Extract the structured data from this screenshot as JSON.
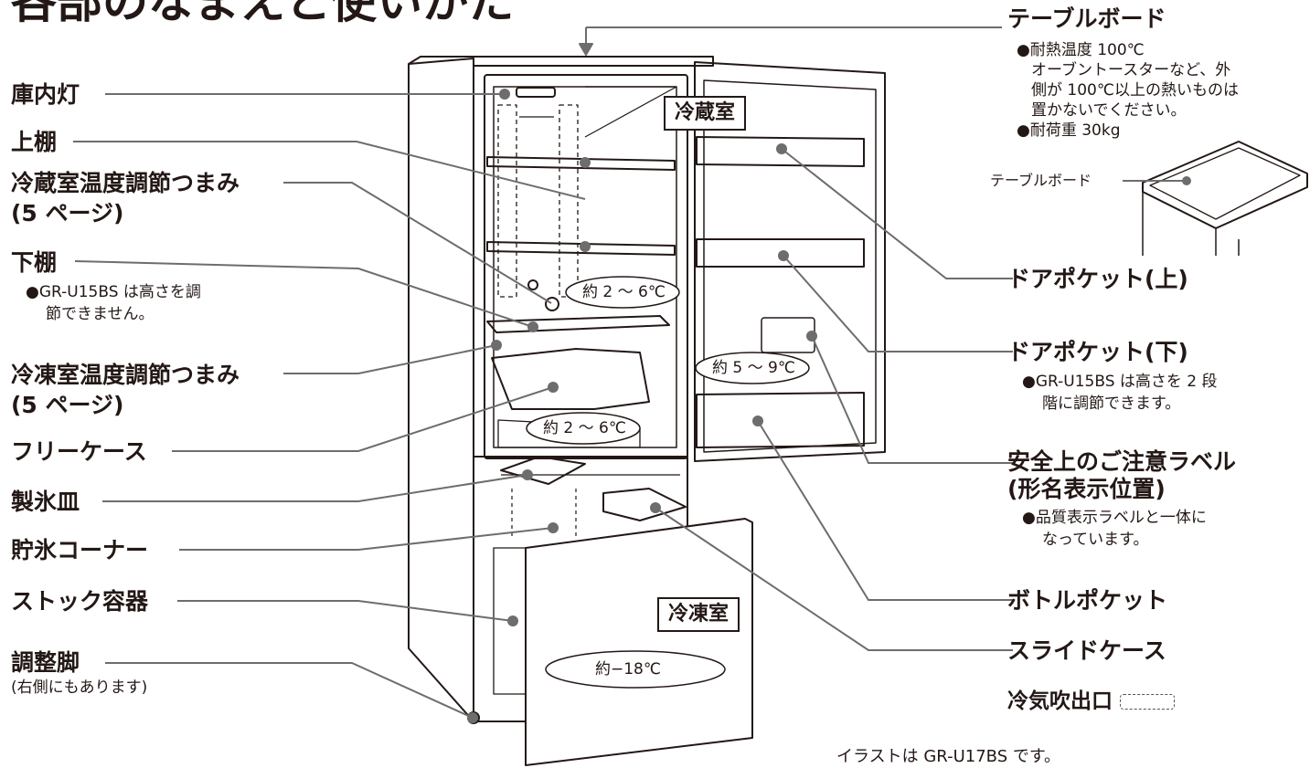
{
  "title": "各部のなまえと使いかた",
  "compartments": {
    "fridge": "冷蔵室",
    "freezer": "冷凍室"
  },
  "temperatures": {
    "fridge_upper": "約 2 〜 6℃",
    "door": "約 5 〜 9℃",
    "fridge_lower": "約 2 〜 6℃",
    "freezer": "約−18℃"
  },
  "left_labels": {
    "light": "庫内灯",
    "upper_shelf": "上棚",
    "fridge_dial": "冷蔵室温度調節つまみ",
    "fridge_dial_ref": "(5 ページ)",
    "lower_shelf": "下棚",
    "lower_shelf_note_1": "●GR-U15BS は高さを調",
    "lower_shelf_note_2": "節できません。",
    "freezer_dial": "冷凍室温度調節つまみ",
    "freezer_dial_ref": "(5 ページ)",
    "free_case": "フリーケース",
    "ice_tray": "製氷皿",
    "ice_storage": "貯氷コーナー",
    "stock_container": "ストック容器",
    "adjuster_foot": "調整脚",
    "adjuster_foot_note": "(右側にもあります)"
  },
  "right_labels": {
    "table_board": "テーブルボード",
    "table_board_note_1": "●耐熱温度 100℃",
    "table_board_note_2": "オーブントースターなど、外",
    "table_board_note_3": "側が 100℃以上の熱いものは",
    "table_board_note_4": "置かないでください。",
    "table_board_note_5": "●耐荷重 30kg",
    "table_board_inset": "テーブルボード",
    "door_pocket_upper": "ドアポケット(上)",
    "door_pocket_lower": "ドアポケット(下)",
    "door_pocket_lower_note_1": "●GR-U15BS は高さを 2 段",
    "door_pocket_lower_note_2": "階に調節できます。",
    "safety_label": "安全上のご注意ラベル",
    "safety_label_2": "(形名表示位置)",
    "safety_label_note_1": "●品質表示ラベルと一体に",
    "safety_label_note_2": "なっています。",
    "bottle_pocket": "ボトルポケット",
    "slide_case": "スライドケース",
    "cold_air_outlet": "冷気吹出口"
  },
  "footnote": "イラストは GR-U17BS です。",
  "colors": {
    "leader": "#6d6d6d",
    "ink": "#231815"
  }
}
